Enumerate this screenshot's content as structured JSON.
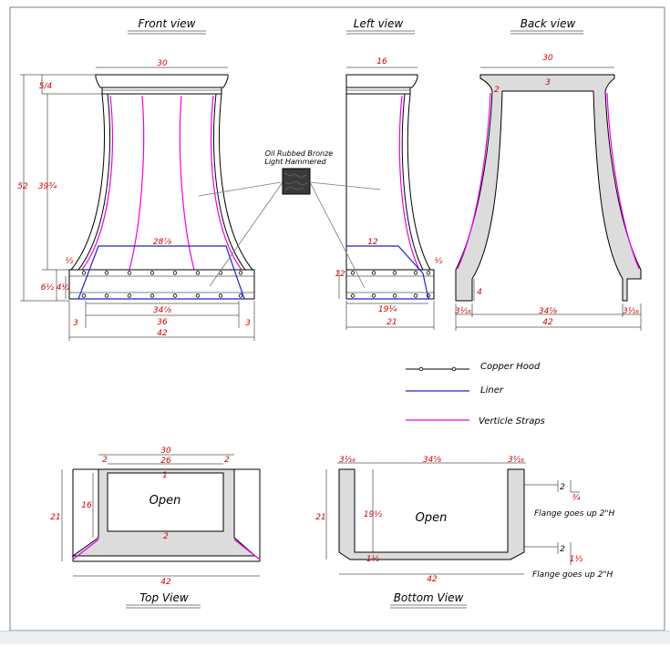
{
  "views": {
    "front": "Front view",
    "left": "Left view",
    "back": "Back view",
    "top": "Top View",
    "bottom": "Bottom View"
  },
  "finish": {
    "line1": "Oil Rubbed Bronze",
    "line2": "Light Hammered"
  },
  "legend": {
    "copper": "Copper Hood",
    "liner": "Liner",
    "straps": "Verticle Straps"
  },
  "open_label": "Open",
  "flange_note": "Flange goes up 2\"H",
  "dims": {
    "front": {
      "top_width": "30",
      "crown": "5/4",
      "total_height": "52",
      "body_height": "39¾",
      "liner_top": "28⅞",
      "band": "½",
      "band_h1": "6½",
      "band_h2": "4½",
      "liner_bottom": "34⅞",
      "inner_width": "36",
      "side_left": "3",
      "side_right": "3",
      "overall": "42"
    },
    "left": {
      "top_depth": "16",
      "liner_top": "12",
      "liner_height": "12",
      "band": "½",
      "liner_bottom": "19¼",
      "overall": "21"
    },
    "back": {
      "top_width": "30",
      "top_band": "3",
      "side": "2",
      "foot": "4",
      "left_leg": "3¹⁄₁₆",
      "opening": "34⅝",
      "right_leg": "3¹⁄₁₆",
      "overall": "42"
    },
    "top_view": {
      "overall_top": "30",
      "inner": "26",
      "left_margin": "2",
      "right_margin": "2",
      "top_rim": "1",
      "bottom_rim": "2",
      "depth": "21",
      "inner_depth": "16",
      "overall": "42"
    },
    "bottom_view": {
      "left_leg": "3¹⁄₁₆",
      "opening": "34⅝",
      "right_leg": "3¹⁄₁₆",
      "depth": "21",
      "inner_depth": "19½",
      "rim": "1½",
      "overall": "42",
      "flange_a": "2",
      "flange_b": "¾",
      "flange_c": "2",
      "flange_d": "1½"
    }
  }
}
